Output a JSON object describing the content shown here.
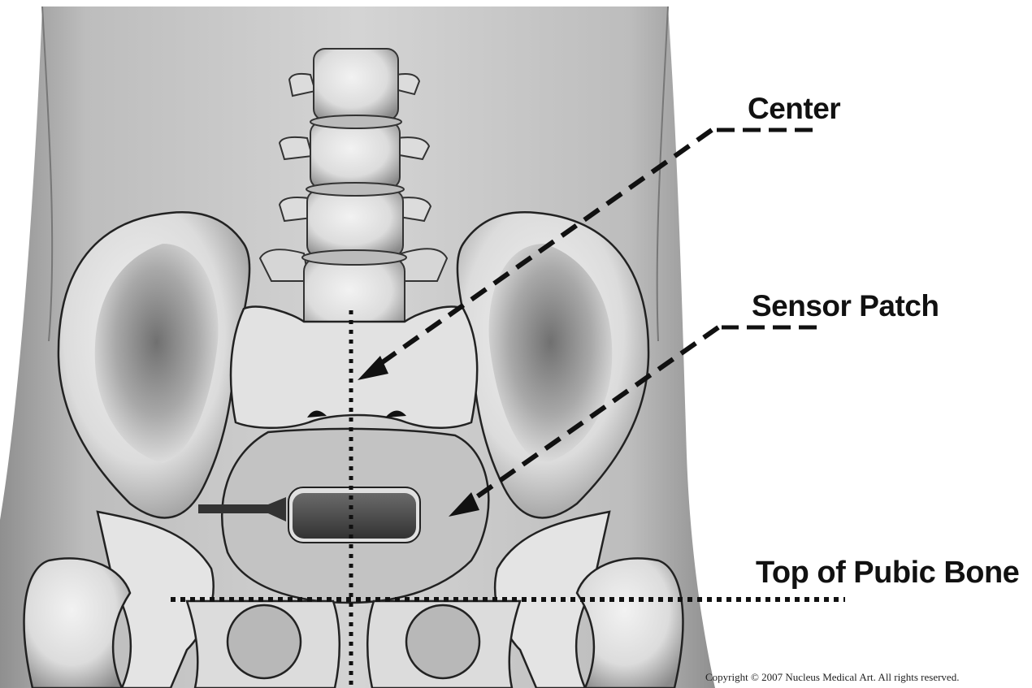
{
  "labels": {
    "center": "Center",
    "sensor_patch": "Sensor Patch",
    "pubic_bone": "Top of Pubic Bone"
  },
  "copyright": "Copyright © 2007 Nucleus Medical Art. All rights reserved.",
  "colors": {
    "background": "#ffffff",
    "skin": "#c9c9c9",
    "bone": "#e6e6e6",
    "bone_shade": "#9a9a9a",
    "patch_area": "#c3c3c3",
    "sensor": "#4a4a4a",
    "leader_line": "#111111"
  }
}
